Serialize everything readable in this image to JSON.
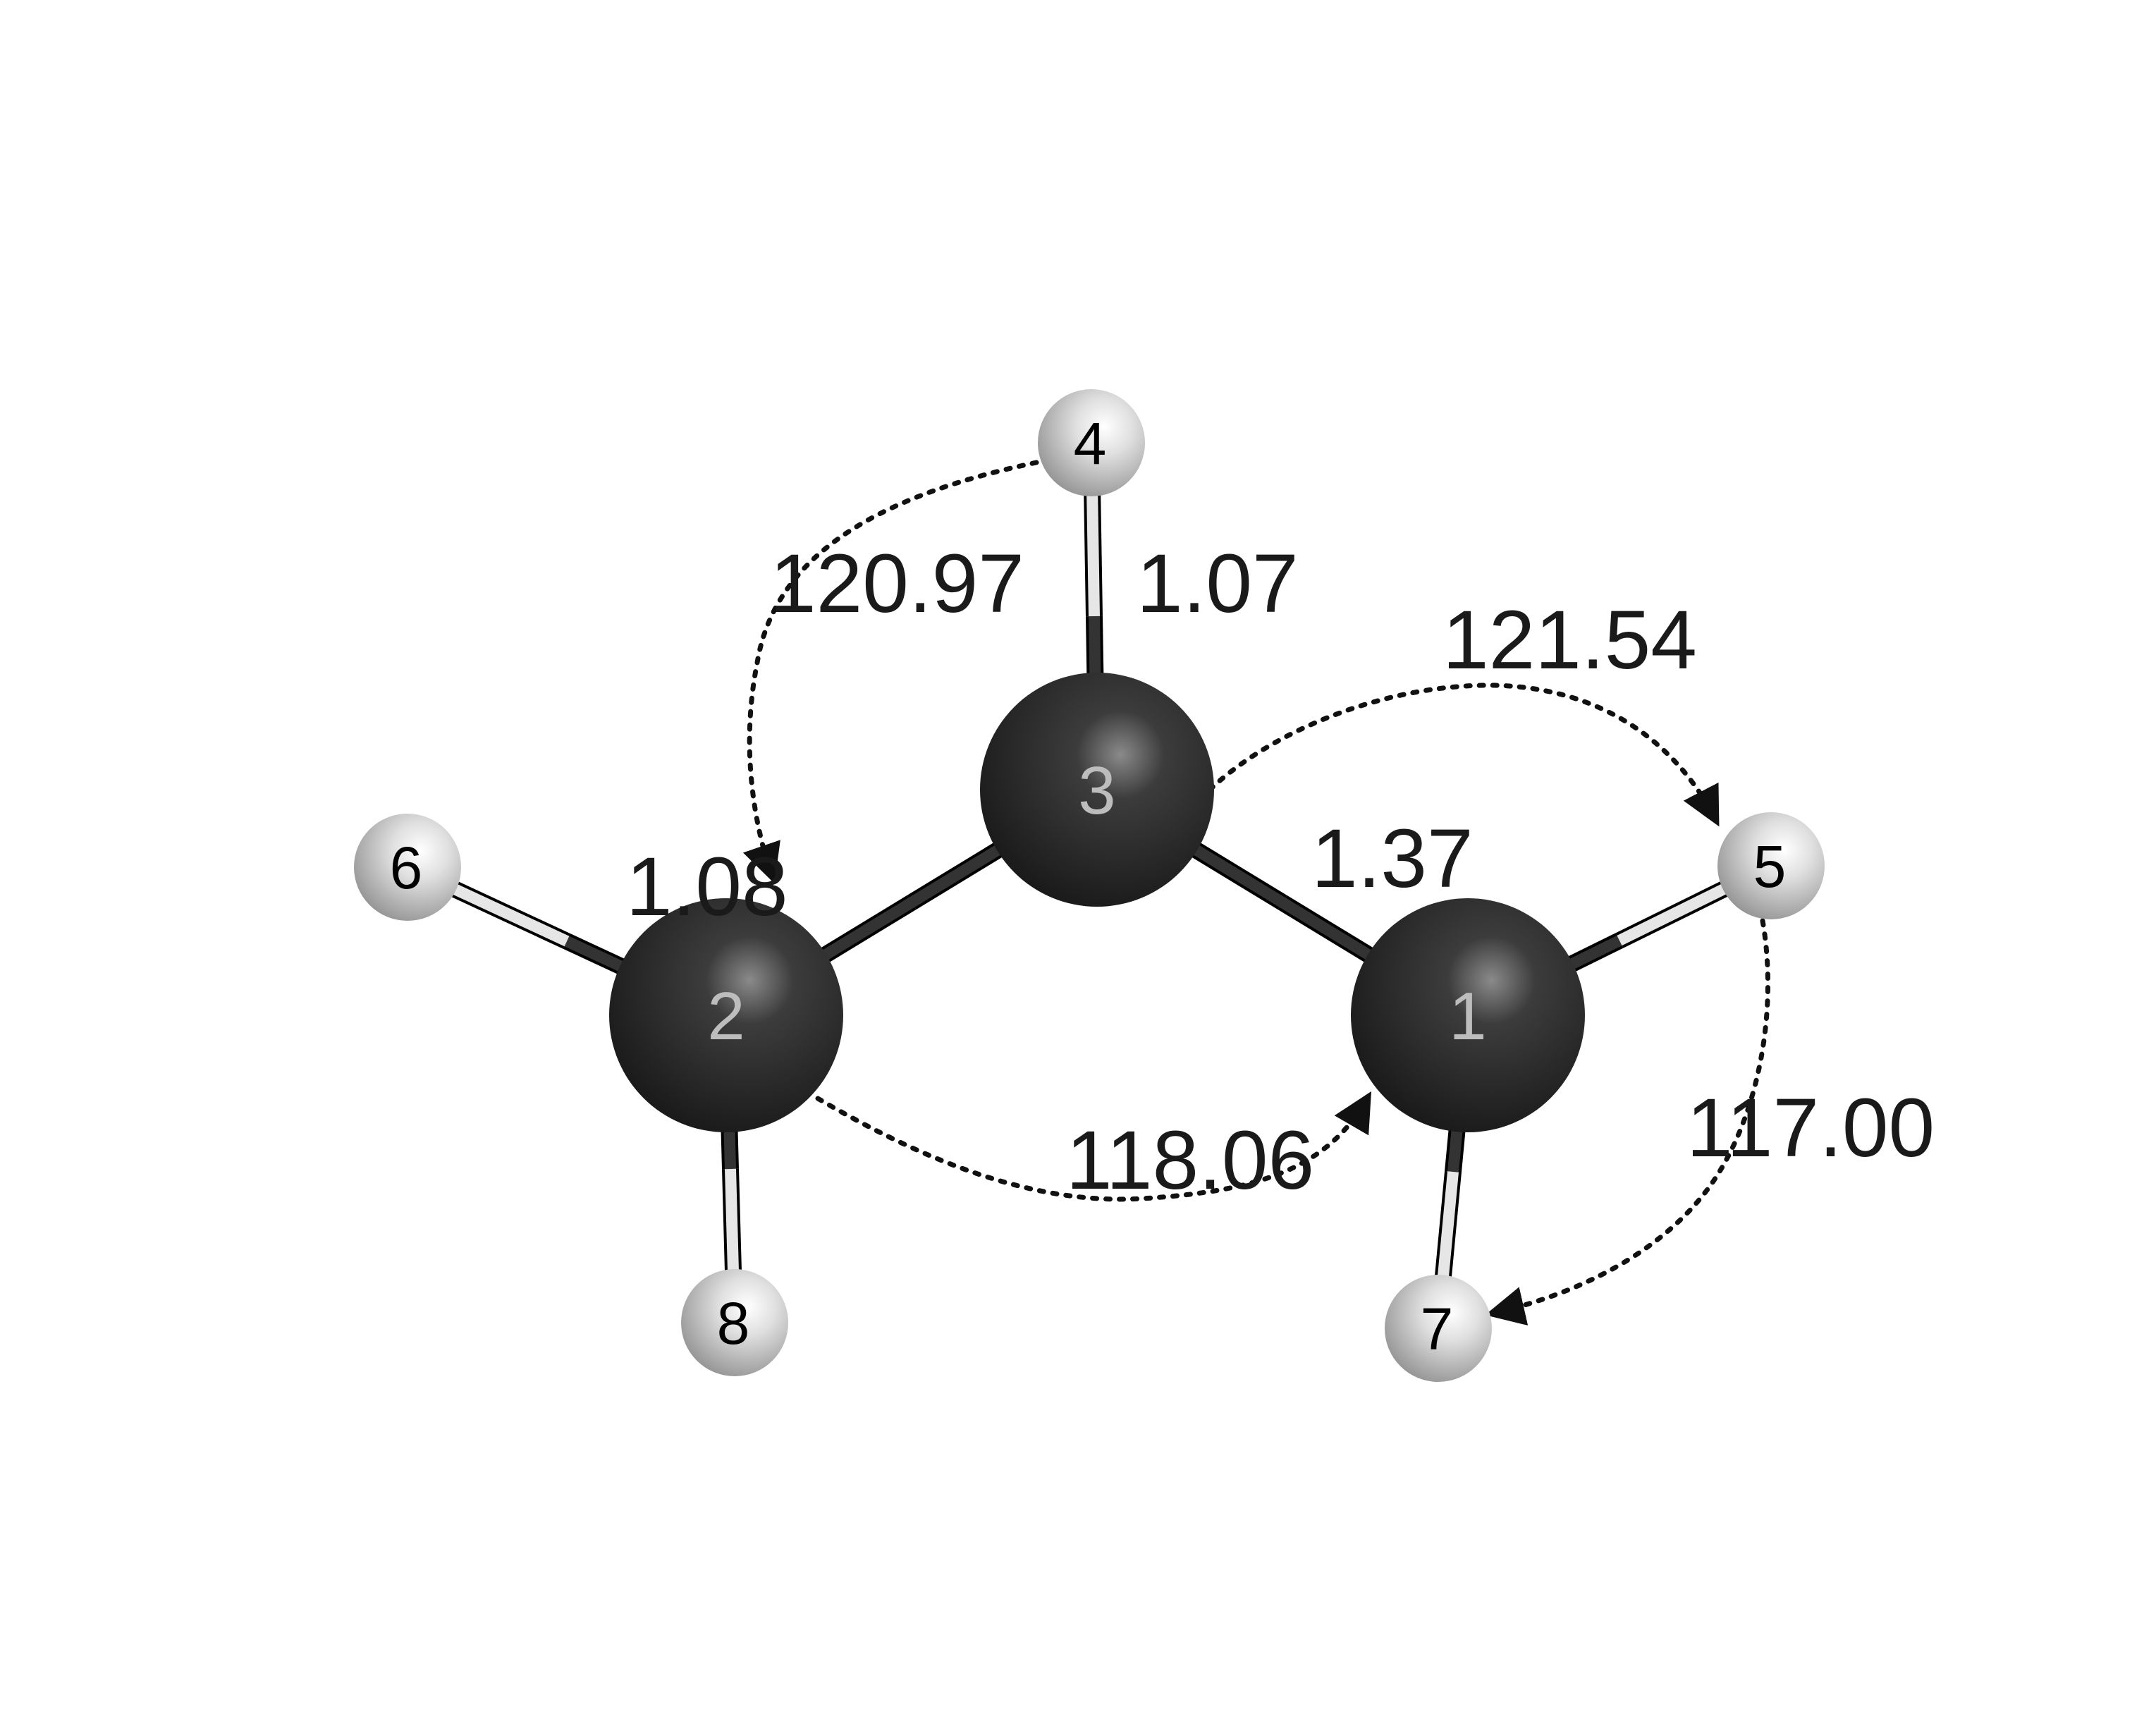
{
  "atoms": [
    {
      "id": "1",
      "element": "C"
    },
    {
      "id": "2",
      "element": "C"
    },
    {
      "id": "3",
      "element": "C"
    },
    {
      "id": "4",
      "element": "H"
    },
    {
      "id": "5",
      "element": "H"
    },
    {
      "id": "6",
      "element": "H"
    },
    {
      "id": "7",
      "element": "H"
    },
    {
      "id": "8",
      "element": "H"
    }
  ],
  "bonds": [
    {
      "a": "3",
      "b": "4"
    },
    {
      "a": "3",
      "b": "1"
    },
    {
      "a": "3",
      "b": "2"
    },
    {
      "a": "1",
      "b": "5"
    },
    {
      "a": "1",
      "b": "7"
    },
    {
      "a": "2",
      "b": "6"
    },
    {
      "a": "2",
      "b": "8"
    }
  ],
  "bond_lengths": [
    {
      "atoms": [
        "3",
        "4"
      ],
      "label": "1.07"
    },
    {
      "atoms": [
        "3",
        "1"
      ],
      "label": "1.37"
    },
    {
      "atoms": [
        "2",
        "6"
      ],
      "label": "1.08"
    }
  ],
  "angles": [
    {
      "atoms": [
        "4",
        "3",
        "2"
      ],
      "label": "120.97"
    },
    {
      "atoms": [
        "3",
        "1",
        "5"
      ],
      "label": "121.54"
    },
    {
      "atoms": [
        "2",
        "3",
        "1"
      ],
      "label": "118.06"
    },
    {
      "atoms": [
        "5",
        "1",
        "7"
      ],
      "label": "117.00"
    }
  ],
  "colors": {
    "carbon": "#2b2b2b",
    "hydrogen": "#d0d0d0",
    "bond_dark": "#333333",
    "bond_light": "#e6e6e6",
    "arc": "#111111",
    "text_dark": "#1a1a1a",
    "text_carbon": "#bdbdbd"
  }
}
